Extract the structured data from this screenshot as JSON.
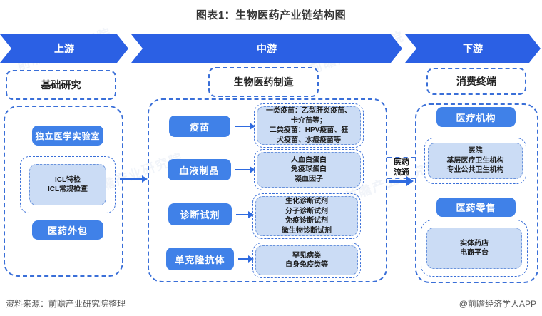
{
  "title": "图表1：生物医药产业链结构图",
  "colors": {
    "chevron_blue": "#2B60E4",
    "box_blue": "#4081E8",
    "dash_border_blue": "#3A6FD8",
    "light_fill": "#CBDCF5"
  },
  "stages": [
    {
      "label": "上游"
    },
    {
      "label": "中游"
    },
    {
      "label": "下游"
    }
  ],
  "upstream": {
    "header": "基础研究",
    "lab_label": "独立医学实验室",
    "icl_detail": "ICL特检\nICL常规检查",
    "outsourcing_label": "医药外包"
  },
  "midstream": {
    "header": "生物医药制造",
    "rows": [
      {
        "label": "疫苗",
        "detail": "一类疫苗：乙型肝炎疫苗、\n卡介苗等；\n二类疫苗：HPV疫苗、狂\n犬疫苗、水痘疫苗等"
      },
      {
        "label": "血液制品",
        "detail": "人血白蛋白\n免疫球蛋白\n凝血因子"
      },
      {
        "label": "诊断试剂",
        "detail": "生化诊断试剂\n分子诊断试剂\n免疫诊断试剂\n微生物诊断试剂"
      },
      {
        "label": "单克隆抗体",
        "detail": "罕见病类\n自身免疫类等"
      }
    ]
  },
  "flow_label": "医药\n流通",
  "downstream": {
    "header": "消费终端",
    "groups": [
      {
        "label": "医疗机构",
        "detail": "医院\n基层医疗卫生机构\n专业公共卫生机构"
      },
      {
        "label": "医药零售",
        "detail": "实体药店\n电商平台"
      }
    ]
  },
  "footer": {
    "source": "资料来源：前瞻产业研究院整理",
    "credit": "@前瞻经济学人APP"
  },
  "watermark": "前瞻产业研究院"
}
